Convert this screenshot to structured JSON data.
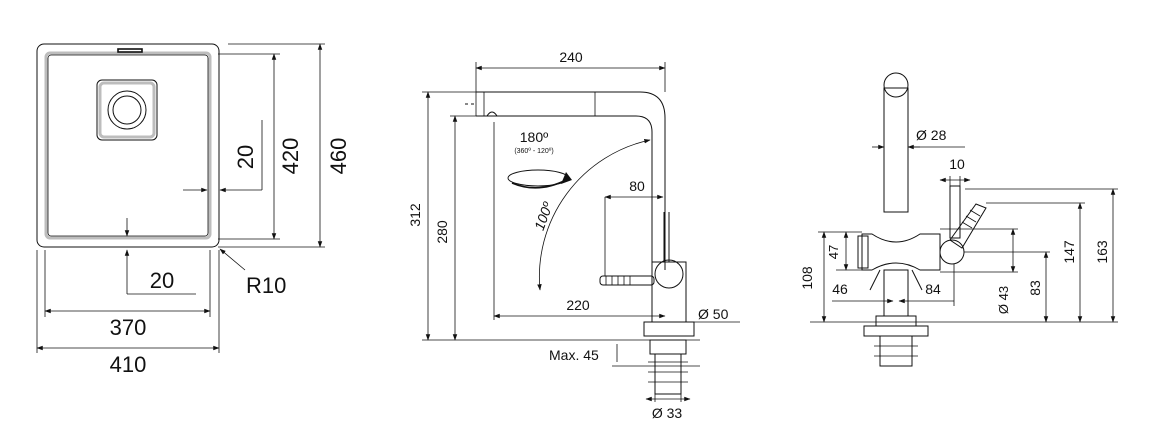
{
  "sink_view": {
    "dim_width_inner": "370",
    "dim_width_outer": "410",
    "dim_height_inner": "420",
    "dim_height_outer": "460",
    "dim_side_margin": "20",
    "dim_bottom_margin": "20",
    "dim_radius": "R10"
  },
  "tap_side_view": {
    "dim_reach_total": "240",
    "dim_rotation": "180º",
    "dim_rotation_range": "(360º - 120º)",
    "dim_spout_angle": "100º",
    "dim_offset": "80",
    "dim_height_total": "312",
    "dim_height_outlet": "280",
    "dim_reach_spout": "220",
    "dim_base_diameter": "Ø 50",
    "dim_max_thickness": "Max. 45",
    "dim_shank_diameter": "Ø 33"
  },
  "tap_front_view": {
    "dim_body_diameter": "Ø 28",
    "dim_lever_diameter": "10",
    "dim_height_108": "108",
    "dim_height_47": "47",
    "dim_offset_left": "46",
    "dim_offset_right": "84",
    "dim_handle_diameter": "Ø 43",
    "dim_height_83": "83",
    "dim_height_147": "147",
    "dim_height_163": "163"
  }
}
